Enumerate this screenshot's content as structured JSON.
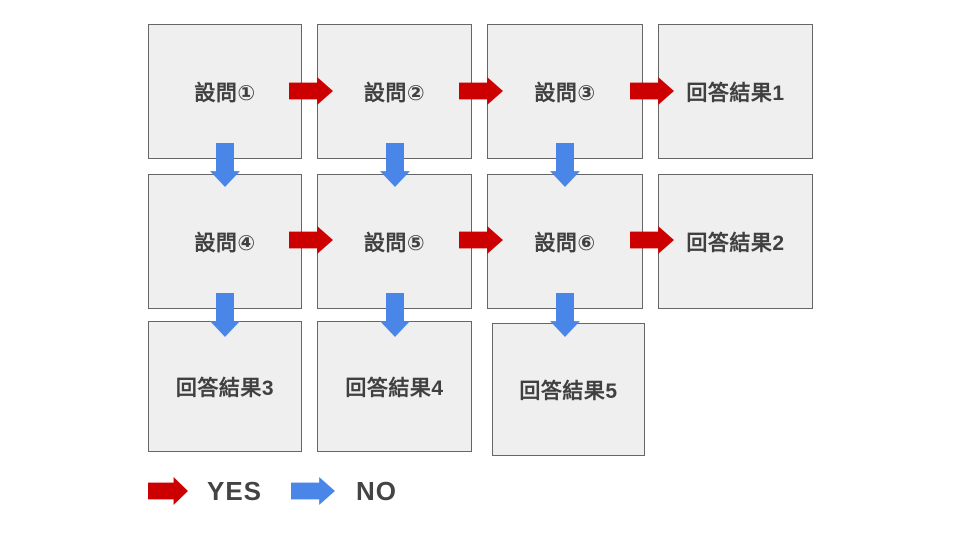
{
  "diagram": {
    "type": "flowchart",
    "description": "Question branching flow: red arrows = YES, blue arrows = NO"
  },
  "nodes": {
    "q1": {
      "label": "設問①"
    },
    "q2": {
      "label": "設問②"
    },
    "q3": {
      "label": "設問③"
    },
    "r1": {
      "label": "回答結果1"
    },
    "q4": {
      "label": "設問④"
    },
    "q5": {
      "label": "設問⑤"
    },
    "q6": {
      "label": "設問⑥"
    },
    "r2": {
      "label": "回答結果2"
    },
    "r3": {
      "label": "回答結果3"
    },
    "r4": {
      "label": "回答結果4"
    },
    "r5": {
      "label": "回答結果5"
    }
  },
  "edges": {
    "yes": [
      "q1→q2",
      "q2→q3",
      "q3→r1",
      "q4→q5",
      "q5→q6",
      "q6→r2"
    ],
    "no": [
      "q1→q4",
      "q2→q5",
      "q3→q6",
      "q4→r3",
      "q5→r4",
      "q6→r5"
    ]
  },
  "legend": {
    "yes_label": "YES",
    "no_label": "NO"
  },
  "colors": {
    "yes_arrow": "#cc0000",
    "no_arrow": "#4a86e8",
    "box_fill": "#efefef",
    "box_border": "#666666",
    "text": "#404040",
    "legend_text": "#444444"
  }
}
